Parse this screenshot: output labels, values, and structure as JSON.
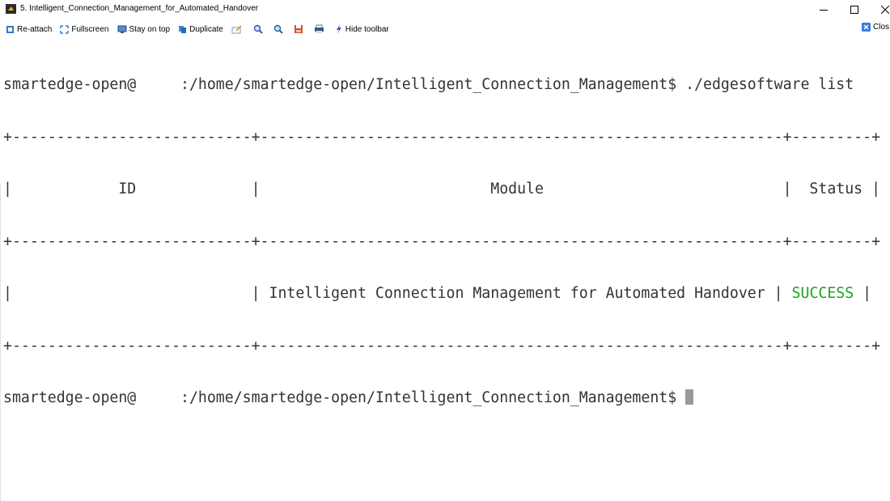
{
  "window": {
    "title": "5. Intelligent_Connection_Management_for_Automated_Handover"
  },
  "toolbar": {
    "reattach": "Re-attach",
    "fullscreen": "Fullscreen",
    "stay_on_top": "Stay on top",
    "duplicate": "Duplicate",
    "hide_toolbar": "Hide toolbar",
    "close": "Clos"
  },
  "terminal": {
    "prompt1": "smartedge-open@     :/home/smartedge-open/Intelligent_Connection_Management$ ./edgesoftware list",
    "border_top": "+---------------------------+-----------------------------------------------------------+---------+",
    "header_row": "|            ID             |                          Module                           |  Status |",
    "border_mid": "+---------------------------+-----------------------------------------------------------+---------+",
    "data_row_prefix": "|                           | Intelligent Connection Management for Automated Handover | ",
    "status": "SUCCESS",
    "data_row_suffix": " |",
    "border_bottom": "+---------------------------+-----------------------------------------------------------+---------+",
    "prompt2": "smartedge-open@     :/home/smartedge-open/Intelligent_Connection_Management$ "
  },
  "colors": {
    "success": "#1da31d",
    "terminal_text": "#333333",
    "cursor": "#9a9a9a"
  }
}
